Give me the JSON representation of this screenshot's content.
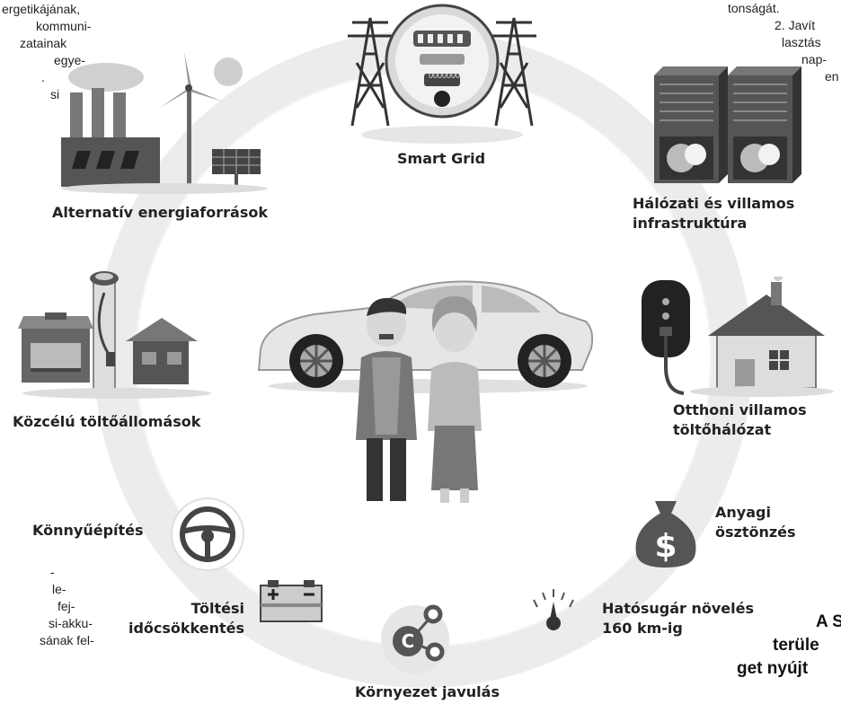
{
  "labels": {
    "smart_grid": "Smart Grid",
    "alternative": "Alternatív energiaforrások",
    "network_l1": "Hálózati és villamos",
    "network_l2": "infrastruktúra",
    "public_charging": "Közcélú töltőállomások",
    "home_l1": "Otthoni villamos",
    "home_l2": "töltőhálózat",
    "lightweight": "Könnyűépítés",
    "incentive_l1": "Anyagi",
    "incentive_l2": "ösztönzés",
    "charge_time_l1": "Töltési",
    "charge_time_l2": "időcsökkentés",
    "range_l1": "Hatósugár növelés",
    "range_l2": "160 km-ig",
    "environment": "Környezet javulás"
  },
  "icons": {
    "meter_digits": "0000000",
    "co2_letter": "C",
    "dollar": "$"
  },
  "left_fragment_top": [
    "ergetikájának,",
    "kommuni-",
    "zatainak",
    "egye-",
    ".",
    "si"
  ],
  "left_fragment_bottom": [
    "-",
    "le-",
    "fej-",
    "si-akku-",
    "sának fel-"
  ],
  "right_fragment_top": [
    "tonságát.",
    "2. Javít",
    "lasztás",
    "nap-",
    "en"
  ],
  "right_fragment_bottom": [
    "A S",
    "terüle",
    "get nyújt"
  ]
}
